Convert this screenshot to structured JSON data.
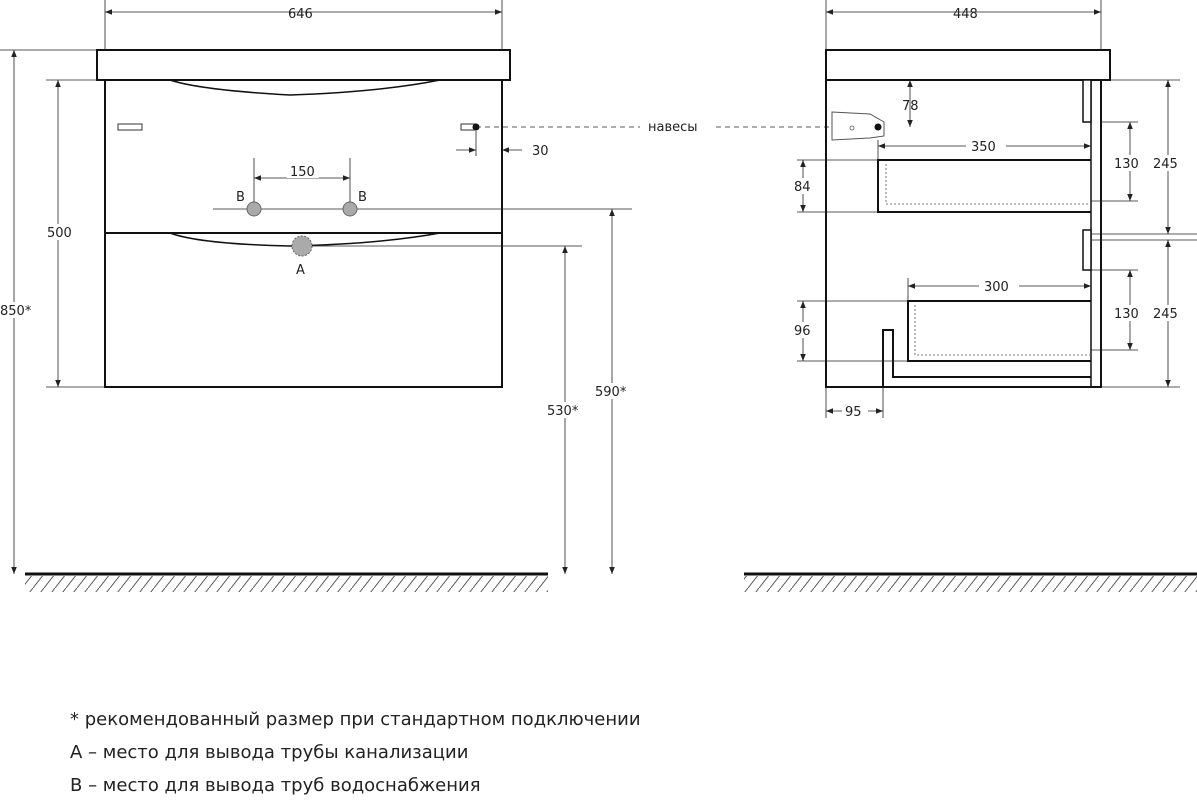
{
  "front_view": {
    "width_dim": "646",
    "height_dim": "850*",
    "body_dim": "500",
    "pipe_spacing_dim": "150",
    "hinge_offset_dim": "30",
    "drain_height_dim": "530*",
    "supply_height_dim": "590*",
    "supply_label_left": "B",
    "supply_label_right": "B",
    "drain_label": "A"
  },
  "side_view": {
    "depth_dim": "448",
    "hinge_height_dim": "78",
    "upper_drawer_depth_dim": "350",
    "upper_drawer_height_dim": "84",
    "upper_drawer_inner_dim": "130",
    "upper_front_dim": "245",
    "lower_drawer_depth_dim": "300",
    "lower_drawer_inner_dim": "130",
    "lower_front_dim": "245",
    "lower_drawer_height_dim": "96",
    "cutout_width_dim": "95"
  },
  "hinge_label": "навесы",
  "notes": [
    "* рекомендованный размер при стандартном подключении",
    "A – место для вывода трубы канализации",
    "B – место для вывода труб водоснабжения"
  ]
}
